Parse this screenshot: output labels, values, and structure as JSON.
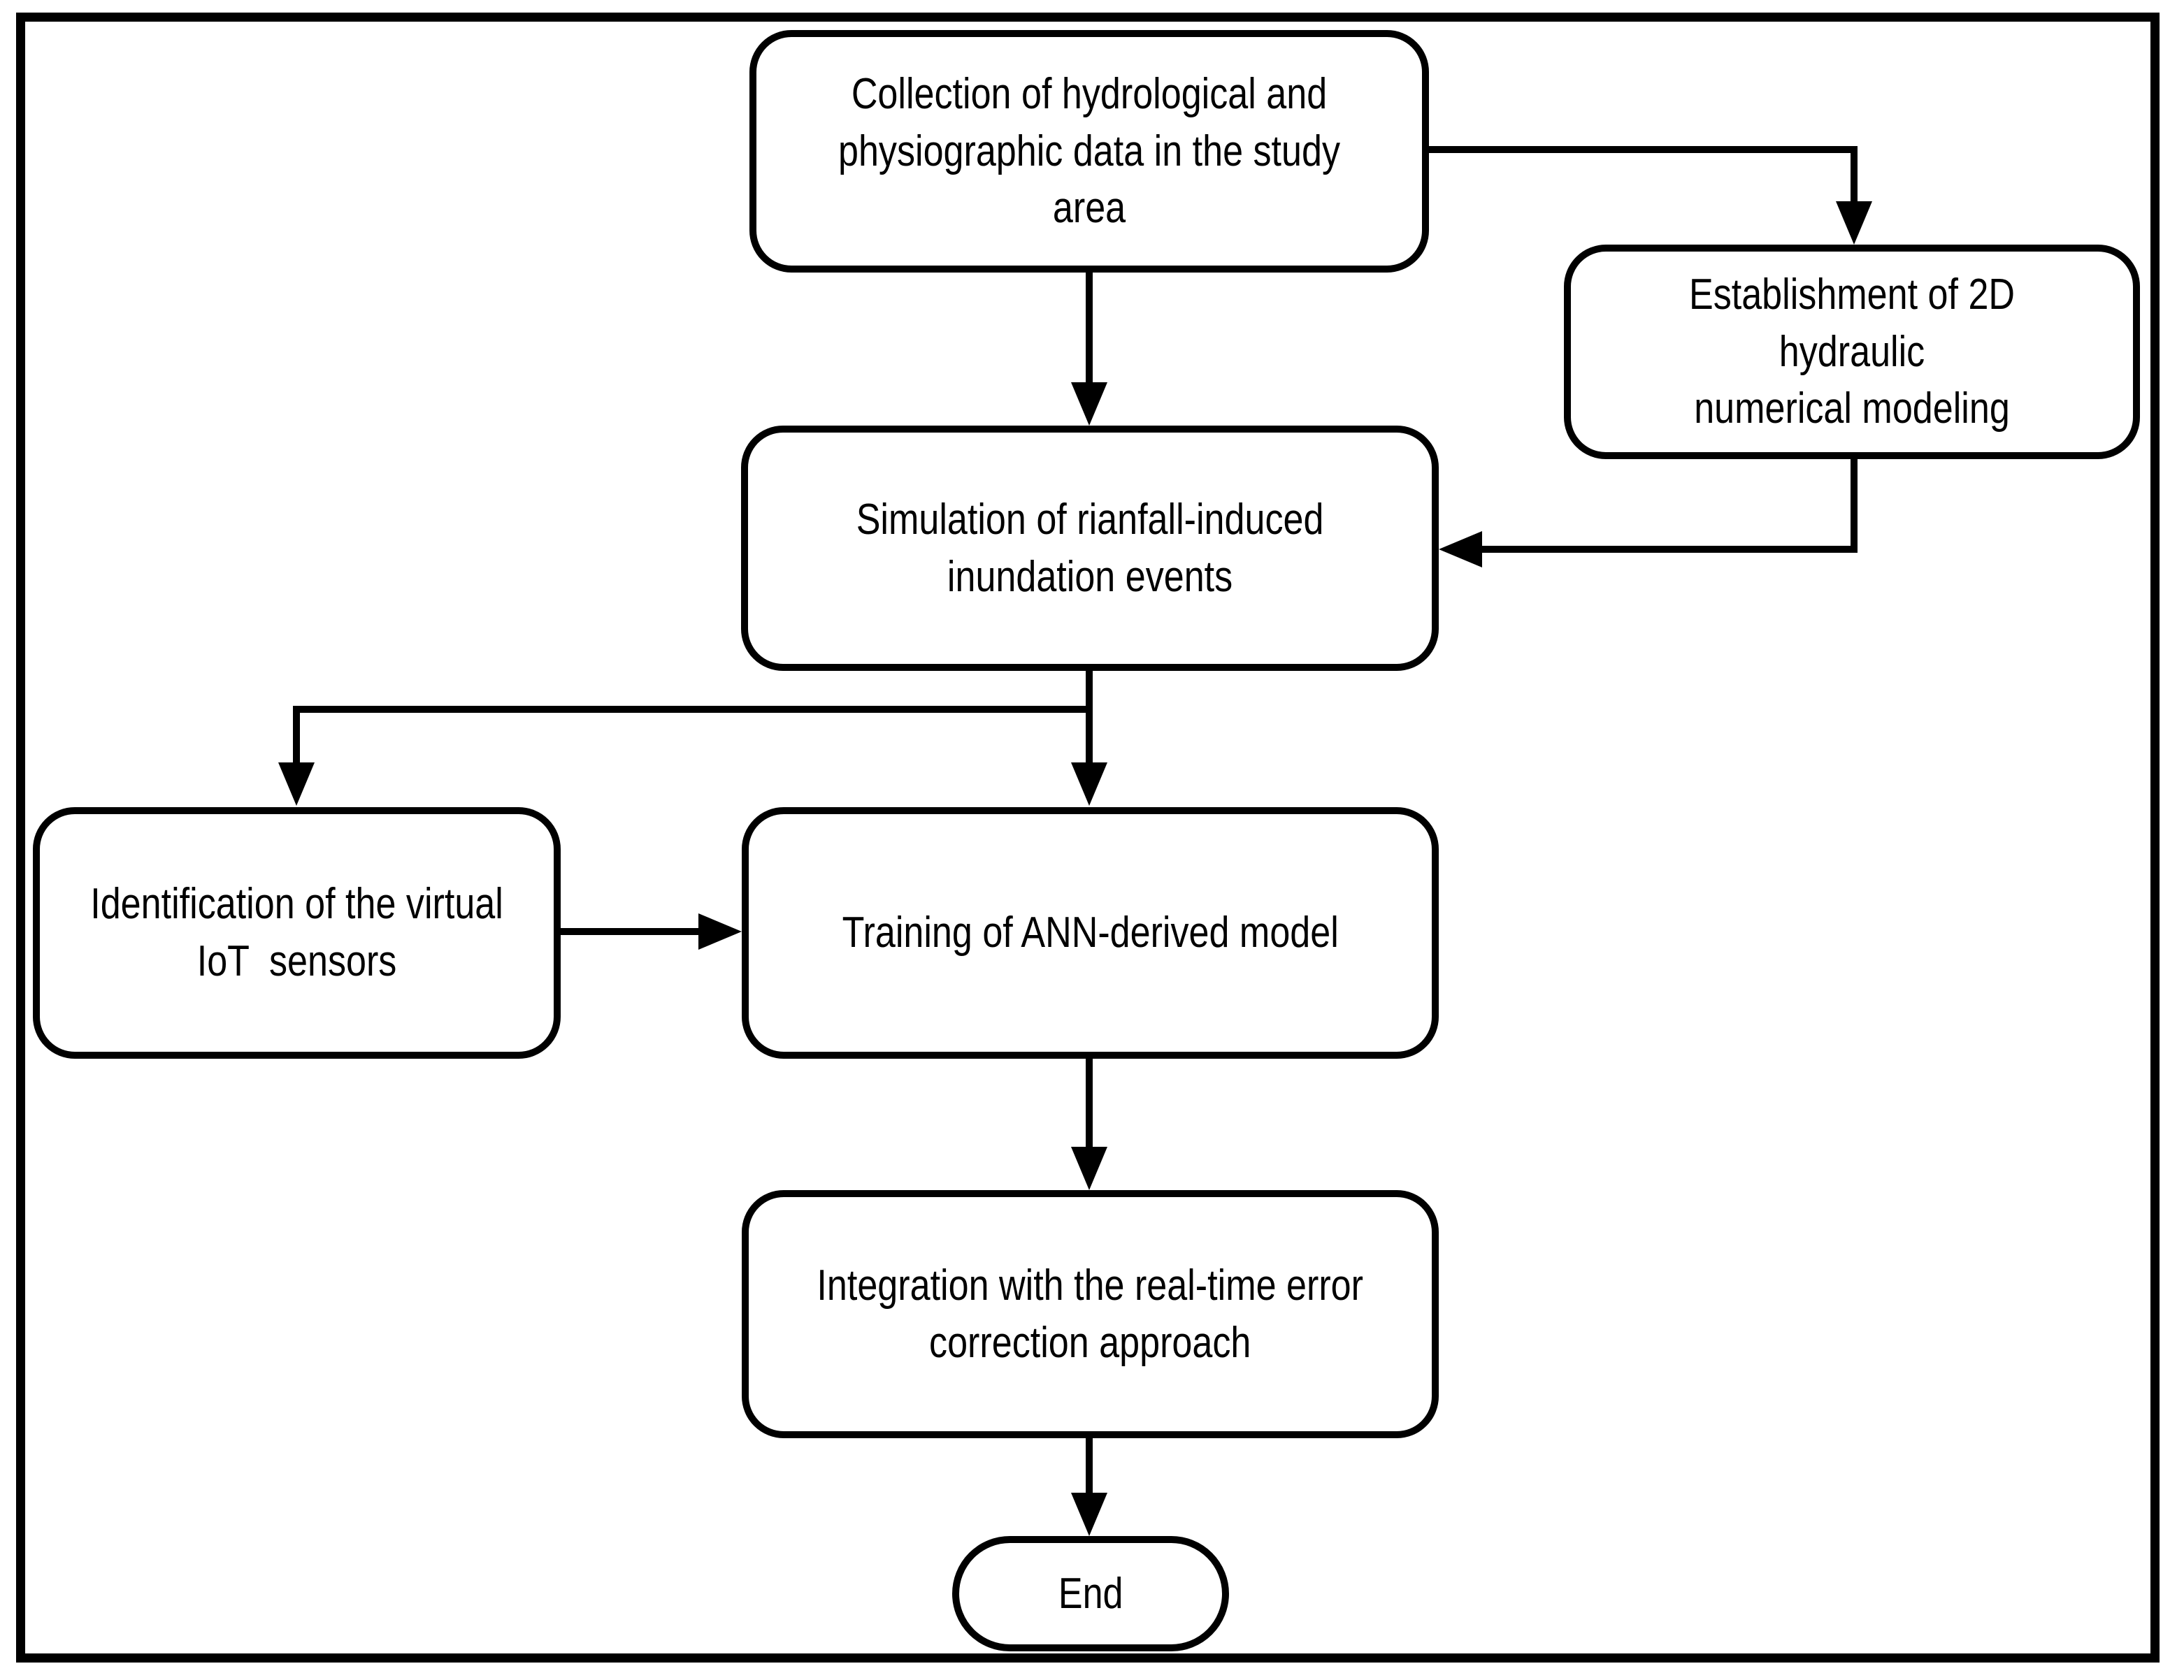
{
  "figure": {
    "background": "#ffffff",
    "line_color": "#000000",
    "nodes": {
      "collection": {
        "label": "Collection of hydrological and\nphysiographic data in the study area"
      },
      "establishment": {
        "label": "Establishment of 2D hydraulic\nnumerical modeling"
      },
      "simulation": {
        "label": "Simulation of rianfall-induced\ninundation events"
      },
      "identification": {
        "label": "Identification of the virtual\nIoT  sensors"
      },
      "training": {
        "label": "Training of ANN-derived model"
      },
      "integration": {
        "label": "Integration with the real-time error\ncorrection approach"
      },
      "end": {
        "label": "End"
      }
    },
    "edges": [
      {
        "from": "collection",
        "to": "simulation"
      },
      {
        "from": "collection",
        "to": "establishment"
      },
      {
        "from": "establishment",
        "to": "simulation"
      },
      {
        "from": "simulation",
        "to": "identification"
      },
      {
        "from": "simulation",
        "to": "training"
      },
      {
        "from": "identification",
        "to": "training"
      },
      {
        "from": "training",
        "to": "integration"
      },
      {
        "from": "integration",
        "to": "end"
      }
    ]
  }
}
